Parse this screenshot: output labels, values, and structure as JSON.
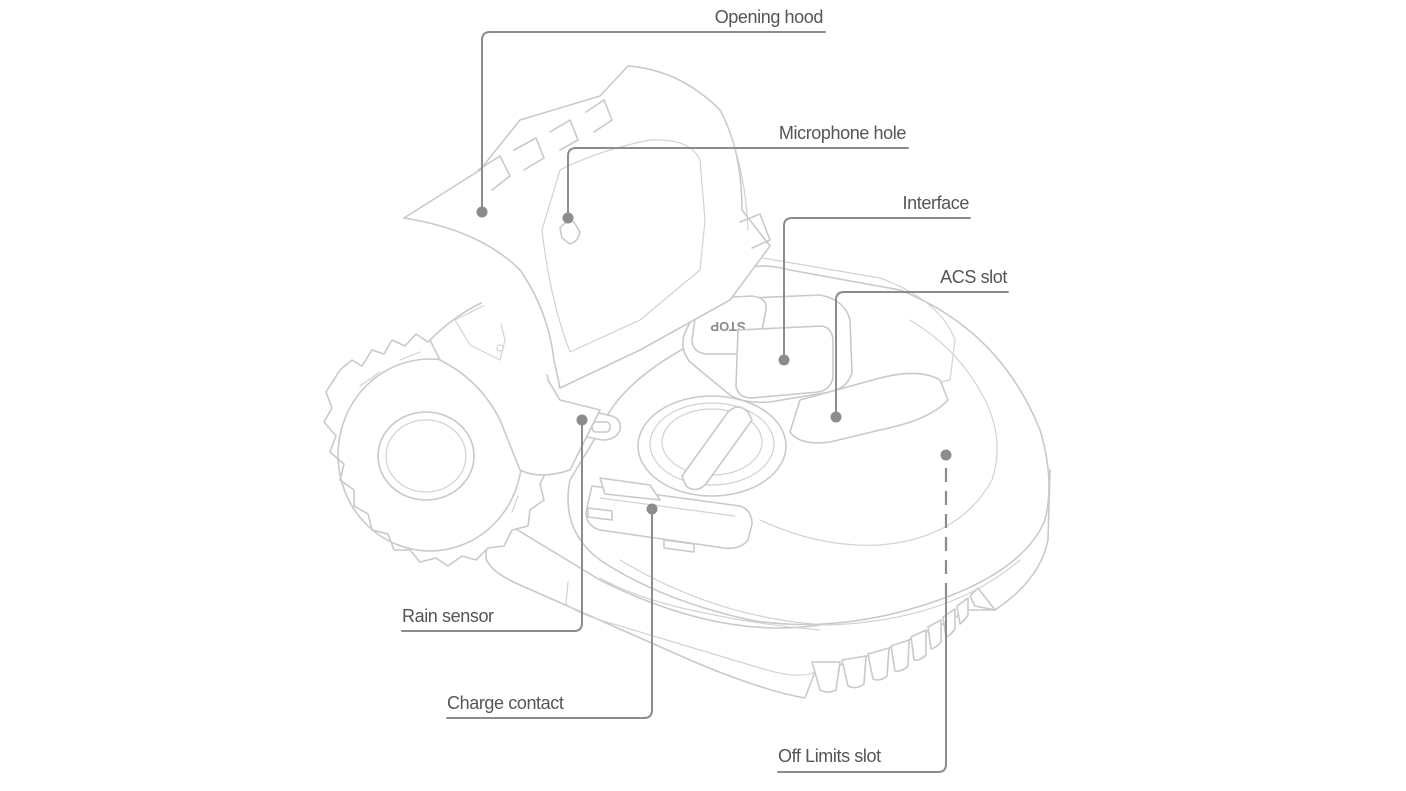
{
  "product_markings": {
    "stop_button": "STOP"
  },
  "callouts": [
    {
      "id": "opening-hood",
      "label": "Opening hood"
    },
    {
      "id": "microphone-hole",
      "label": "Microphone hole"
    },
    {
      "id": "interface",
      "label": "Interface"
    },
    {
      "id": "acs-slot",
      "label": "ACS slot"
    },
    {
      "id": "rain-sensor",
      "label": "Rain sensor"
    },
    {
      "id": "charge-contact",
      "label": "Charge contact"
    },
    {
      "id": "off-limits-slot",
      "label": "Off Limits slot"
    }
  ],
  "colors": {
    "line_art": "#c9c9c9",
    "leader": "#8c8c8c",
    "label_text": "#555555"
  }
}
